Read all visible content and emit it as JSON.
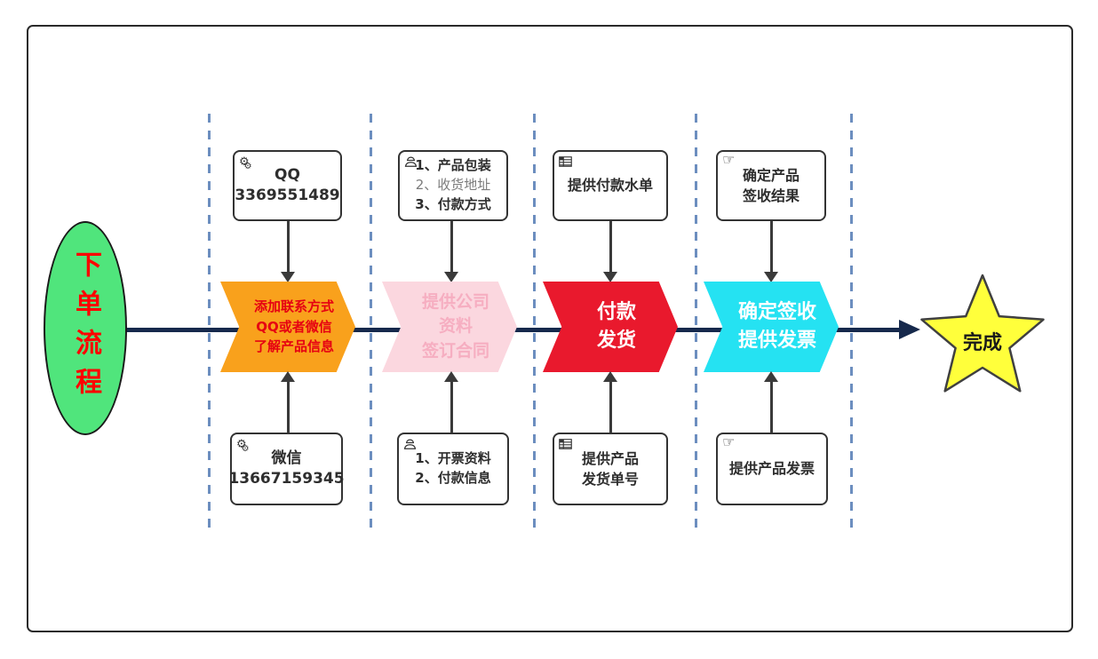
{
  "flow": {
    "start": {
      "label": "下单流程",
      "shape": "ellipse",
      "fill": "#50E57C",
      "text_color": "#FF0000"
    },
    "finish": {
      "label": "完成",
      "shape": "star",
      "fill": "#FFFF3B",
      "text_color": "#1a1a1a"
    },
    "main_line_color": "#16294C",
    "divider_color": "#6C8EBF",
    "stages": [
      {
        "chevron": {
          "fill": "#F9A11C",
          "text_color": "#E60012",
          "lines": [
            "添加联系方式",
            "QQ或者微信",
            "了解产品信息"
          ]
        },
        "top_box": {
          "icon": "gears-icon",
          "lines": [
            "QQ",
            "3369551489"
          ]
        },
        "bottom_box": {
          "icon": "gears-icon",
          "lines": [
            "微信",
            "13667159345"
          ]
        }
      },
      {
        "chevron": {
          "fill": "#FBD7DF",
          "text_color": "#F6AEC1",
          "lines": [
            "提供公司",
            "资料",
            "签订合同"
          ]
        },
        "top_box": {
          "icon": "engineer-icon",
          "lines": [
            "1、产品包装",
            "2、收货地址",
            "3、付款方式"
          ]
        },
        "bottom_box": {
          "icon": "engineer-icon",
          "lines": [
            "1、开票资料",
            "2、付款信息"
          ]
        }
      },
      {
        "chevron": {
          "fill": "#E9192D",
          "text_color": "#FFFFFF",
          "lines": [
            "付款",
            "发货"
          ]
        },
        "top_box": {
          "icon": "table-icon",
          "lines": [
            "提供付款水单"
          ]
        },
        "bottom_box": {
          "icon": "table-icon",
          "lines": [
            "提供产品",
            "发货单号"
          ]
        }
      },
      {
        "chevron": {
          "fill": "#25E2F2",
          "text_color": "#FFFFFF",
          "lines": [
            "确定签收",
            "提供发票"
          ]
        },
        "top_box": {
          "icon": "pointing-hand-icon",
          "lines": [
            "确定产品",
            "签收结果"
          ]
        },
        "bottom_box": {
          "icon": "pointing-hand-icon",
          "lines": [
            "提供产品发票"
          ]
        }
      }
    ]
  },
  "icons": {
    "gear_glyph": "⚙",
    "hand_glyph": "☞"
  }
}
